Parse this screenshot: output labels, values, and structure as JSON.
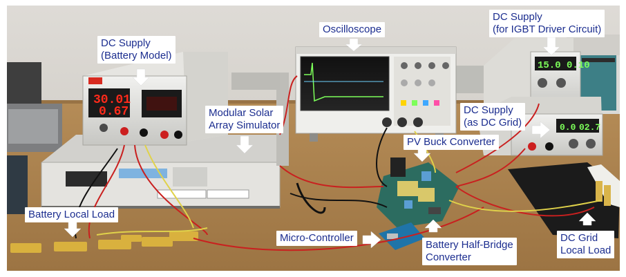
{
  "labels": {
    "dc_supply_battery": [
      "DC Supply",
      "(Battery Model)"
    ],
    "oscilloscope": "Oscilloscope",
    "dc_supply_igbt": [
      "DC Supply",
      "(for IGBT Driver Circuit)"
    ],
    "modular_solar": [
      "Modular Solar",
      "Array Simulator"
    ],
    "dc_supply_grid": [
      "DC Supply",
      "(as DC Grid)"
    ],
    "pv_buck": "PV Buck Converter",
    "battery_local_load": "Battery Local Load",
    "micro_controller": "Micro-Controller",
    "battery_half_bridge": [
      "Battery Half-Bridge",
      "Converter"
    ],
    "dc_grid_local_load": [
      "DC Grid",
      "Local Load"
    ]
  },
  "readouts": {
    "battery_supply_top": "30.01",
    "battery_supply_bottom": "0.67",
    "igbt_supply": "15.0 0.10",
    "grid_supply_left": "0.0",
    "grid_supply_right": "02.7"
  },
  "colors": {
    "label_text": "#1b2d8f",
    "label_bg": "#ffffff",
    "arrow_fill": "#ffffff",
    "red_display": "#ff2a1a",
    "green_display": "#7dff5a"
  }
}
